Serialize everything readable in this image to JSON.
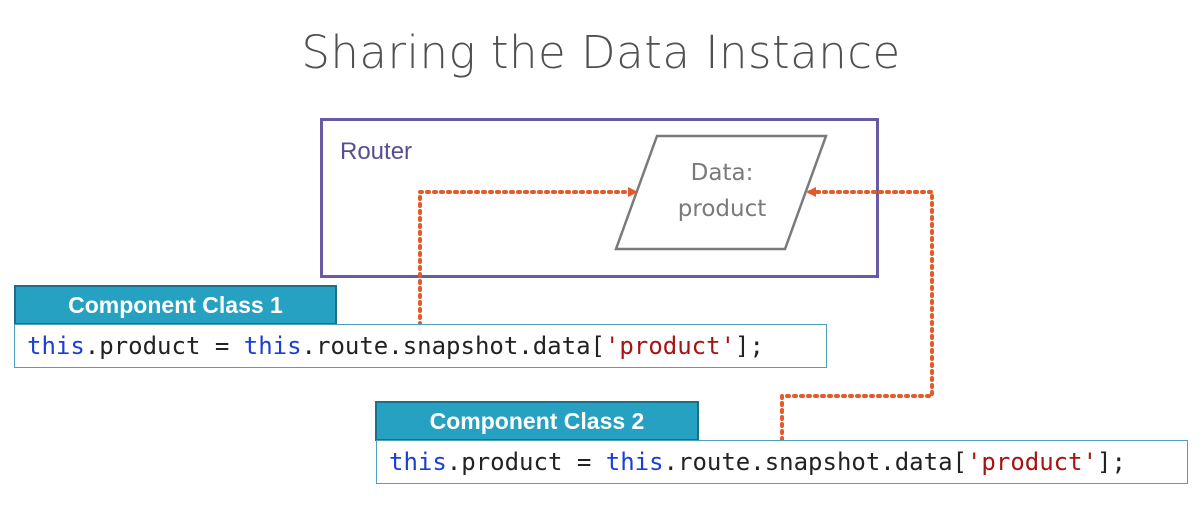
{
  "title": "Sharing the Data Instance",
  "router": {
    "label": "Router",
    "data_lines": [
      "Data:",
      "product"
    ]
  },
  "components": [
    {
      "header": "Component Class 1",
      "code": {
        "kw1": "this",
        "part1": ".product = ",
        "kw2": "this",
        "part2": ".route.snapshot.data[",
        "str": "'product'",
        "part3": "];"
      }
    },
    {
      "header": "Component Class 2",
      "code": {
        "kw1": "this",
        "part1": ".product = ",
        "kw2": "this",
        "part2": ".route.snapshot.data[",
        "str": "'product'",
        "part3": "];"
      }
    }
  ],
  "colors": {
    "router_border": "#6a5aa3",
    "header_fill": "#27a1c2",
    "connector": "#e35b2c"
  }
}
